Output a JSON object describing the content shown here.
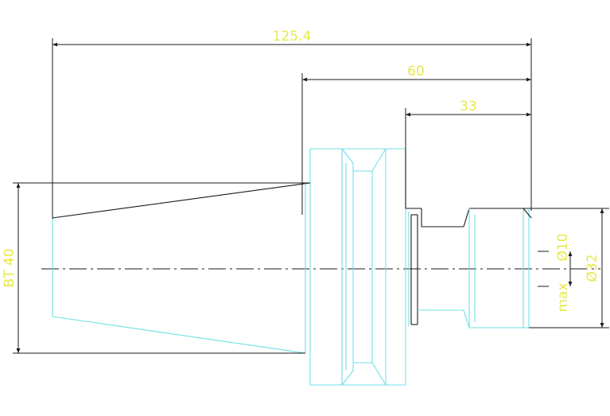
{
  "colors": {
    "background": "#ffffff",
    "part_outline": "#6fe0e8",
    "dimension_lines": "#1a1a1a",
    "dimension_text": "#e8e84a"
  },
  "dimensions": {
    "overall_length": "125.4",
    "flange_to_end": "60",
    "neck_to_end": "33",
    "taper_size": "BT 40",
    "bore_max_label": "max",
    "bore_diameter": "Ø10",
    "end_diameter": "Ø32"
  }
}
